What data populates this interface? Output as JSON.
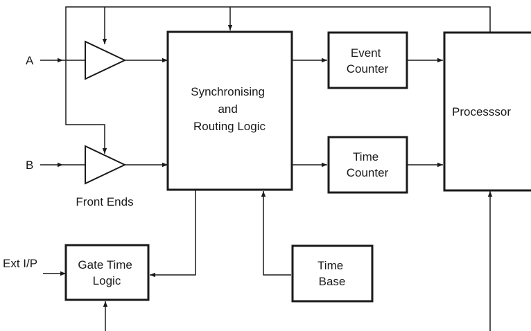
{
  "inputs": {
    "a": "A",
    "b": "B",
    "ext": "Ext I/P"
  },
  "captions": {
    "front_ends": "Front Ends"
  },
  "blocks": {
    "sync": [
      "Synchronising",
      "and",
      "Routing Logic"
    ],
    "event": [
      "Event",
      "Counter"
    ],
    "time_counter": [
      "Time",
      "Counter"
    ],
    "processor": [
      "Processsor"
    ],
    "gate": [
      "Gate Time",
      "Logic"
    ],
    "time_base": [
      "Time",
      "Base"
    ]
  },
  "colors": {
    "ink": "#1a1a1a",
    "background": "#ffffff"
  }
}
